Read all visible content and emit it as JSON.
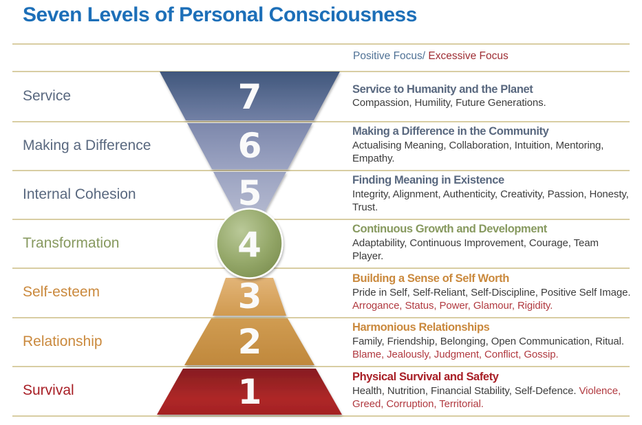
{
  "title": "Seven Levels of Personal Consciousness",
  "focus_header": {
    "positive": "Positive Focus/",
    "excessive": " Excessive Focus"
  },
  "levels": [
    {
      "num": "7",
      "label": "Service",
      "heading": "Service to Humanity and the Planet",
      "positive": "Compassion, Humility, Future Generations.",
      "excessive": ""
    },
    {
      "num": "6",
      "label": "Making a Difference",
      "heading": "Making a Difference in the Community",
      "positive": "Actualising Meaning, Collaboration, Intuition, Mentoring, Empathy.",
      "excessive": ""
    },
    {
      "num": "5",
      "label": "Internal Cohesion",
      "heading": "Finding Meaning in Existence",
      "positive": "Integrity, Alignment, Authenticity, Creativity, Passion, Honesty, Trust.",
      "excessive": ""
    },
    {
      "num": "4",
      "label": "Transformation",
      "heading": "Continuous Growth and Development",
      "positive": "Adaptability, Continuous Improvement, Courage, Team Player.",
      "excessive": ""
    },
    {
      "num": "3",
      "label": "Self-esteem",
      "heading": "Building a Sense of Self Worth",
      "positive": "Pride in Self, Self-Reliant, Self-Discipline, Positive Self Image.",
      "excessive": " Arrogance, Status, Power, Glamour, Rigidity."
    },
    {
      "num": "2",
      "label": "Relationship",
      "heading": "Harmonious Relationships",
      "positive": "Family, Friendship, Belonging, Open Communication, Ritual.",
      "excessive": " Blame, Jealously, Judgment, Conflict, Gossip."
    },
    {
      "num": "1",
      "label": "Survival",
      "heading": "Physical Survival and Safety",
      "positive": "Health, Nutrition, Financial Stability, Self-Defence.",
      "excessive": " Violence, Greed, Corruption, Territorial."
    }
  ],
  "colors": {
    "title_blue": "#1d6fb8",
    "divider_tan": "#d8cda2",
    "slate_blue": "#59687f",
    "sage_green": "#87995f",
    "orange": "#ca893d",
    "dark_red": "#a81f26",
    "excessive_red": "#b13a40",
    "body_gray": "#3c3c3c",
    "positive_header_blue": "#4f7195",
    "excessive_header_red": "#9e2d33",
    "band7_blue": "#40577c",
    "band6_blue": "#7d88ac",
    "band5_lavender": "#9ba3c1",
    "band4_green": "#8ba15f",
    "band3_tan": "#ddae6b",
    "band2_amber": "#c99247",
    "band1_red": "#9e2024",
    "number_white": "#fafafa"
  }
}
